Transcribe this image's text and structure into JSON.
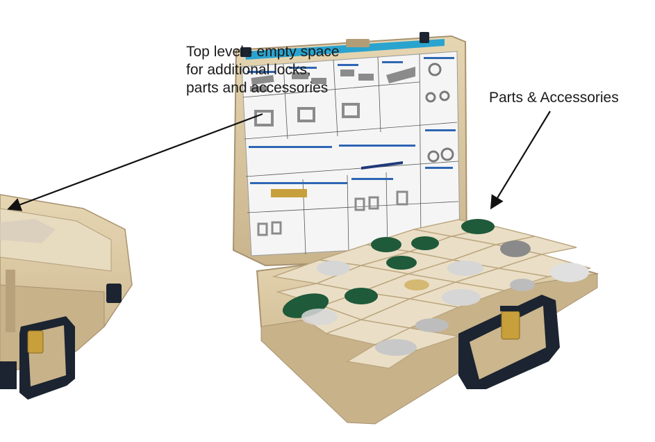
{
  "annotations": {
    "top_level": {
      "lines": [
        "Top level - empty space",
        "for additional locks,",
        "parts and accessories"
      ]
    },
    "parts": {
      "text": "Parts & Accessories"
    }
  },
  "colors": {
    "case_tan": "#d9c8a4",
    "case_shadow": "#b9a47d",
    "handle": "#1b2430",
    "latch_blue": "#2aa4cf",
    "bag_green": "#1f5a3a",
    "chart_white": "#f5f5f5",
    "chart_blue": "#2e66b3"
  }
}
